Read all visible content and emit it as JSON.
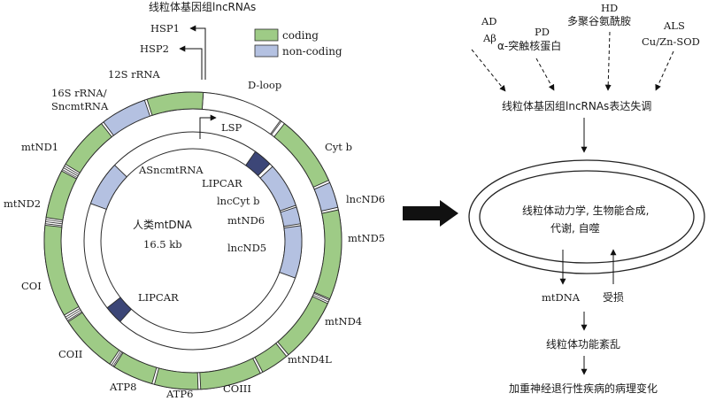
{
  "left": {
    "title": "线粒体基因组lncRNAs",
    "hsp1": "HSP1",
    "hsp2": "HSP2",
    "lsp": "LSP",
    "center_name": "人类mtDNA",
    "center_size": "16.5 kb",
    "legend": {
      "coding": "coding",
      "noncoding": "non-coding"
    },
    "outer_labels": {
      "rrna12s": "12S rRNA",
      "rrna16s_1": "16S rRNA/",
      "rrna16s_2": "SncmtRNA",
      "dloop": "D-loop",
      "cytb": "Cyt b",
      "lncnd6": "lncND6",
      "mtnd5": "mtND5",
      "mtnd4": "mtND4",
      "mtnd4l": "mtND4L",
      "coiii": "COIII",
      "atp6": "ATP6",
      "atp8": "ATP8",
      "coii": "COII",
      "coi": "COI",
      "mtnd2": "mtND2",
      "mtnd1": "mtND1"
    },
    "inner_labels": {
      "asncmtrna": "ASncmtRNA",
      "lipcar_top": "LIPCAR",
      "lnccytb": "lncCyt b",
      "mtnd6": "mtND6",
      "lncnd5": "lncND5",
      "lipcar_bottom": "LIPCAR"
    }
  },
  "right": {
    "ad_1": "AD",
    "ad_2": "Aβ",
    "pd_1": "PD",
    "pd_2": "α-突触核蛋白",
    "hd_1": "HD",
    "hd_2": "多聚谷氨酰胺",
    "als_1": "ALS",
    "als_2": "Cu/Zn-SOD",
    "dysregulation": "线粒体基因组lncRNAs表达失调",
    "mito_1": "线粒体动力学, 生物能合成,",
    "mito_2": "代谢, 自噬",
    "mtdna": "mtDNA",
    "damage": "受损",
    "dysfunction": "线粒体功能紊乱",
    "pathology": "加重神经退行性疾病的病理变化"
  },
  "colors": {
    "coding": "#9ecb86",
    "noncoding": "#b4c1e1",
    "lipcar": "#3c4677",
    "stroke": "#2b2b2b",
    "arrow": "#111111"
  }
}
